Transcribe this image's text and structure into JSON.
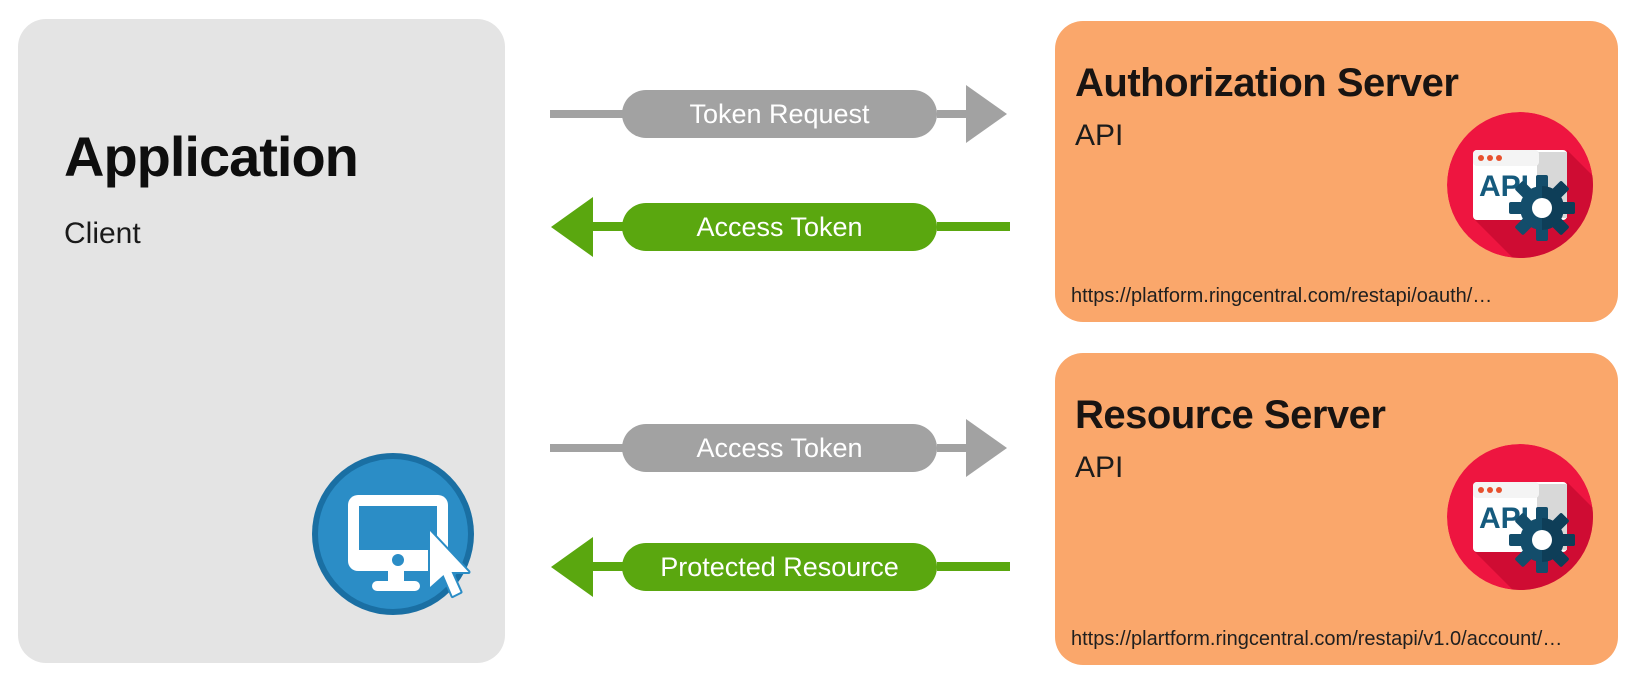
{
  "application_box": {
    "title": "Application",
    "subtitle": "Client",
    "icon": "computer-cursor-icon"
  },
  "arrows": [
    {
      "label": "Token Request",
      "direction": "right",
      "color": "#a2a2a2"
    },
    {
      "label": "Access Token",
      "direction": "left",
      "color": "#5aa70f"
    },
    {
      "label": "Access Token",
      "direction": "right",
      "color": "#a2a2a2"
    },
    {
      "label": "Protected Resource",
      "direction": "left",
      "color": "#5aa70f"
    }
  ],
  "servers": [
    {
      "title": "Authorization Server",
      "subtitle": "API",
      "url": "https://platform.ringcentral.com/restapi/oauth/…"
    },
    {
      "title": "Resource Server",
      "subtitle": "API",
      "url": "https://plartform.ringcentral.com/restapi/v1.0/account/…"
    }
  ],
  "icons": {
    "api_label": "API"
  },
  "colors": {
    "background": "#ffffff",
    "application_box_bg": "#e4e4e4",
    "server_box_bg": "#faa76b",
    "arrow_gray": "#a2a2a2",
    "arrow_green": "#5aa70f",
    "arrow_text": "#ffffff",
    "api_icon_red": "#ee1540",
    "api_icon_shadow_red": "#cf0c33",
    "api_icon_navy": "#134d6b",
    "computer_icon_blue": "#2b8dc6",
    "computer_icon_rim": "#1a6fa3",
    "text_dark": "#181412"
  }
}
